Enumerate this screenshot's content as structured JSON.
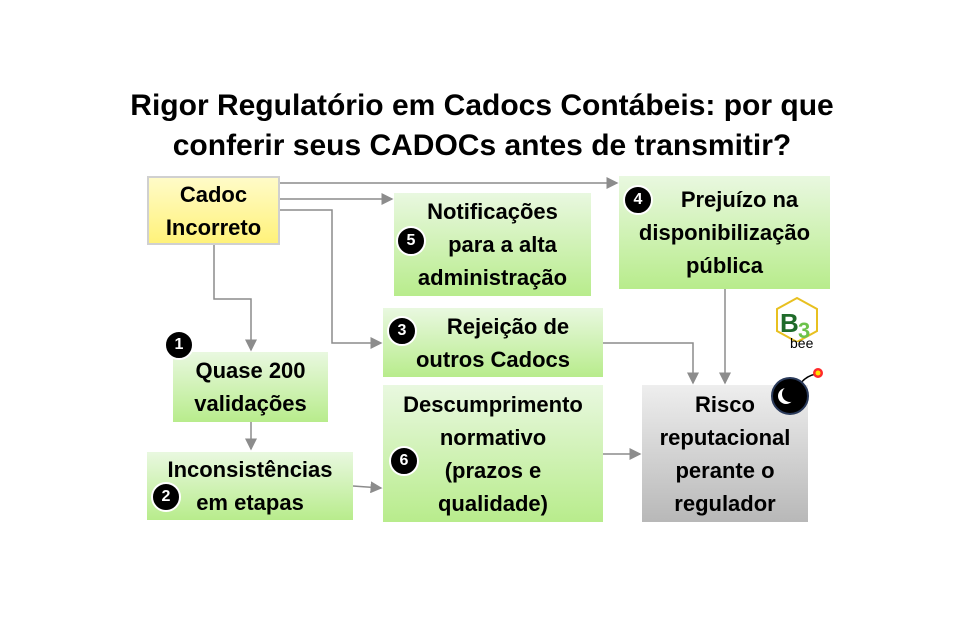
{
  "title": {
    "line1": "Rigor Regulatório em Cadocs Contábeis: por que",
    "line2": "conferir seus CADOCs antes de transmitir?"
  },
  "boxes": {
    "cadoc": [
      "Cadoc",
      "Incorreto"
    ],
    "notificacoes": {
      "badge": "5",
      "lines": [
        "Notificações",
        "para a alta",
        "administração"
      ]
    },
    "prejuizo": {
      "badge": "4",
      "lines": [
        "Prejuízo na",
        "disponibilização",
        "pública"
      ]
    },
    "rejeicao": {
      "badge": "3",
      "lines": [
        "Rejeição de",
        "outros Cadocs"
      ]
    },
    "quase": {
      "badge": "1",
      "lines": [
        "Quase 200",
        "validações"
      ]
    },
    "inconsistencias": {
      "badge": "2",
      "lines": [
        "Inconsistências",
        "em etapas"
      ]
    },
    "descumprimento": {
      "badge": "6",
      "lines": [
        "Descumprimento",
        "normativo",
        "(prazos e",
        "qualidade)"
      ]
    },
    "risco": [
      "Risco",
      "reputacional",
      "perante o",
      "regulador"
    ]
  },
  "logo": {
    "main": "B3",
    "sub": "bee"
  },
  "colors": {
    "green_top": "#e9f8e0",
    "green_bottom": "#b8ec8c",
    "yellow": "#fff27a",
    "arrow": "#8c8c8c"
  }
}
